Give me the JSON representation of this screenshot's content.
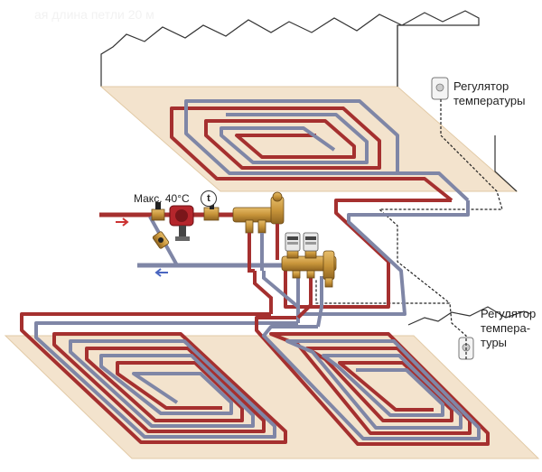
{
  "watermark": "ая длина петли 20 м",
  "labels": {
    "regulator_top": [
      "Регулятор",
      "температуры"
    ],
    "regulator_bottom": [
      "Регулятор",
      "темпера-",
      "туры"
    ],
    "max_temp": "Макс. 40°C",
    "thermo_symbol": "t"
  },
  "colors": {
    "floor": "#f3e3cd",
    "floor_edge": "#e2caa6",
    "supply_pipe": "#a5302f",
    "return_pipe": "#7f86a6",
    "brass": "#c8953a",
    "pump": "#b5262c",
    "wall_line": "#333333"
  }
}
